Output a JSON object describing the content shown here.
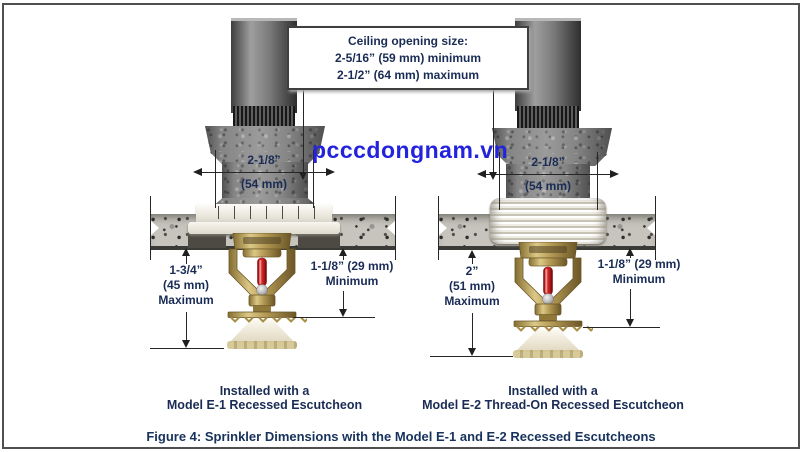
{
  "note_box": {
    "line1": "Ceiling opening size:",
    "line2": "2-5/16” (59 mm) minimum",
    "line3": "2-1/2” (64 mm) maximum"
  },
  "watermark": "pcccdongnam.vn",
  "left_sprinkler": {
    "width_dim": {
      "inches": "2-1/8”",
      "mm": "(54 mm)"
    },
    "max_dim": {
      "inches": "1-3/4”",
      "mm": "(45 mm)",
      "qualifier": "Maximum"
    },
    "min_dim": {
      "value": "1-1/8” (29 mm)",
      "qualifier": "Minimum"
    },
    "label": {
      "line1": "Installed with a",
      "line2": "Model E-1 Recessed Escutcheon"
    }
  },
  "right_sprinkler": {
    "width_dim": {
      "inches": "2-1/8”",
      "mm": "(54 mm)"
    },
    "max_dim": {
      "inches": "2”",
      "mm": "(51 mm)",
      "qualifier": "Maximum"
    },
    "min_dim": {
      "value": "1-1/8” (29 mm)",
      "qualifier": "Minimum"
    },
    "label": {
      "line1": "Installed with a",
      "line2": "Model E-2 Thread-On Recessed Escutcheon"
    }
  },
  "figure_caption": "Figure 4:  Sprinkler Dimensions with the Model E-1 and E-2 Recessed Escutcheons",
  "colors": {
    "dimension_text": "#1a2c55",
    "watermark_blue": "#2323dd",
    "brass": "#b39a55",
    "bulb_red": "#c42020",
    "line": "#262626"
  }
}
